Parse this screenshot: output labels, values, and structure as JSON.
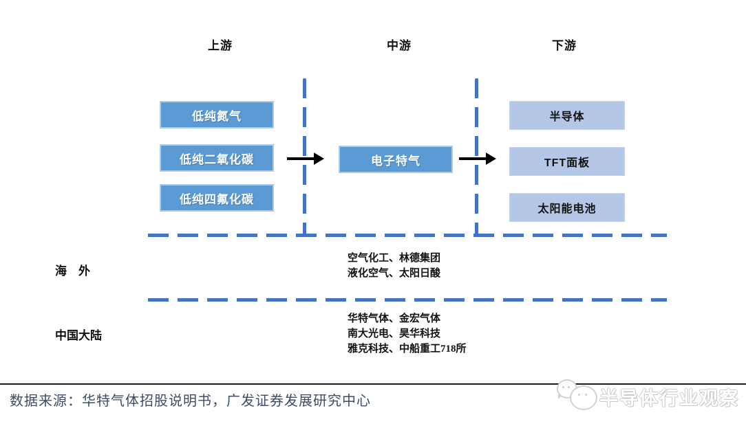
{
  "colors": {
    "box_dark_blue": "#5B9BD5",
    "box_light_blue": "#B4C7E7",
    "dash_line_blue": "#4472C4",
    "arrow_black": "#000000",
    "source_text_color": "#3D4C63"
  },
  "columns": {
    "upstream": {
      "header": "上游",
      "boxes": [
        "低纯氮气",
        "低纯二氧化碳",
        "低纯四氟化碳"
      ]
    },
    "midstream": {
      "header": "中游",
      "boxes": [
        "电子特气"
      ]
    },
    "downstream": {
      "header": "下游",
      "boxes": [
        "半导体",
        "TFT面板",
        "太阳能电池"
      ]
    }
  },
  "regions": [
    {
      "label": "海　外",
      "companies": [
        "空气化工、林德集团",
        "液化空气、太阳日酸"
      ]
    },
    {
      "label": "中国大陆",
      "companies": [
        "华特气体、金宏气体",
        "南大光电、昊华科技",
        "雅克科技、中船重工718所"
      ]
    }
  ],
  "footer": {
    "source": "数据来源：华特气体招股说明书，广发证券发展研究中心"
  },
  "watermark": {
    "text": "半导体行业观察",
    "icon": "chat-bubbles"
  }
}
